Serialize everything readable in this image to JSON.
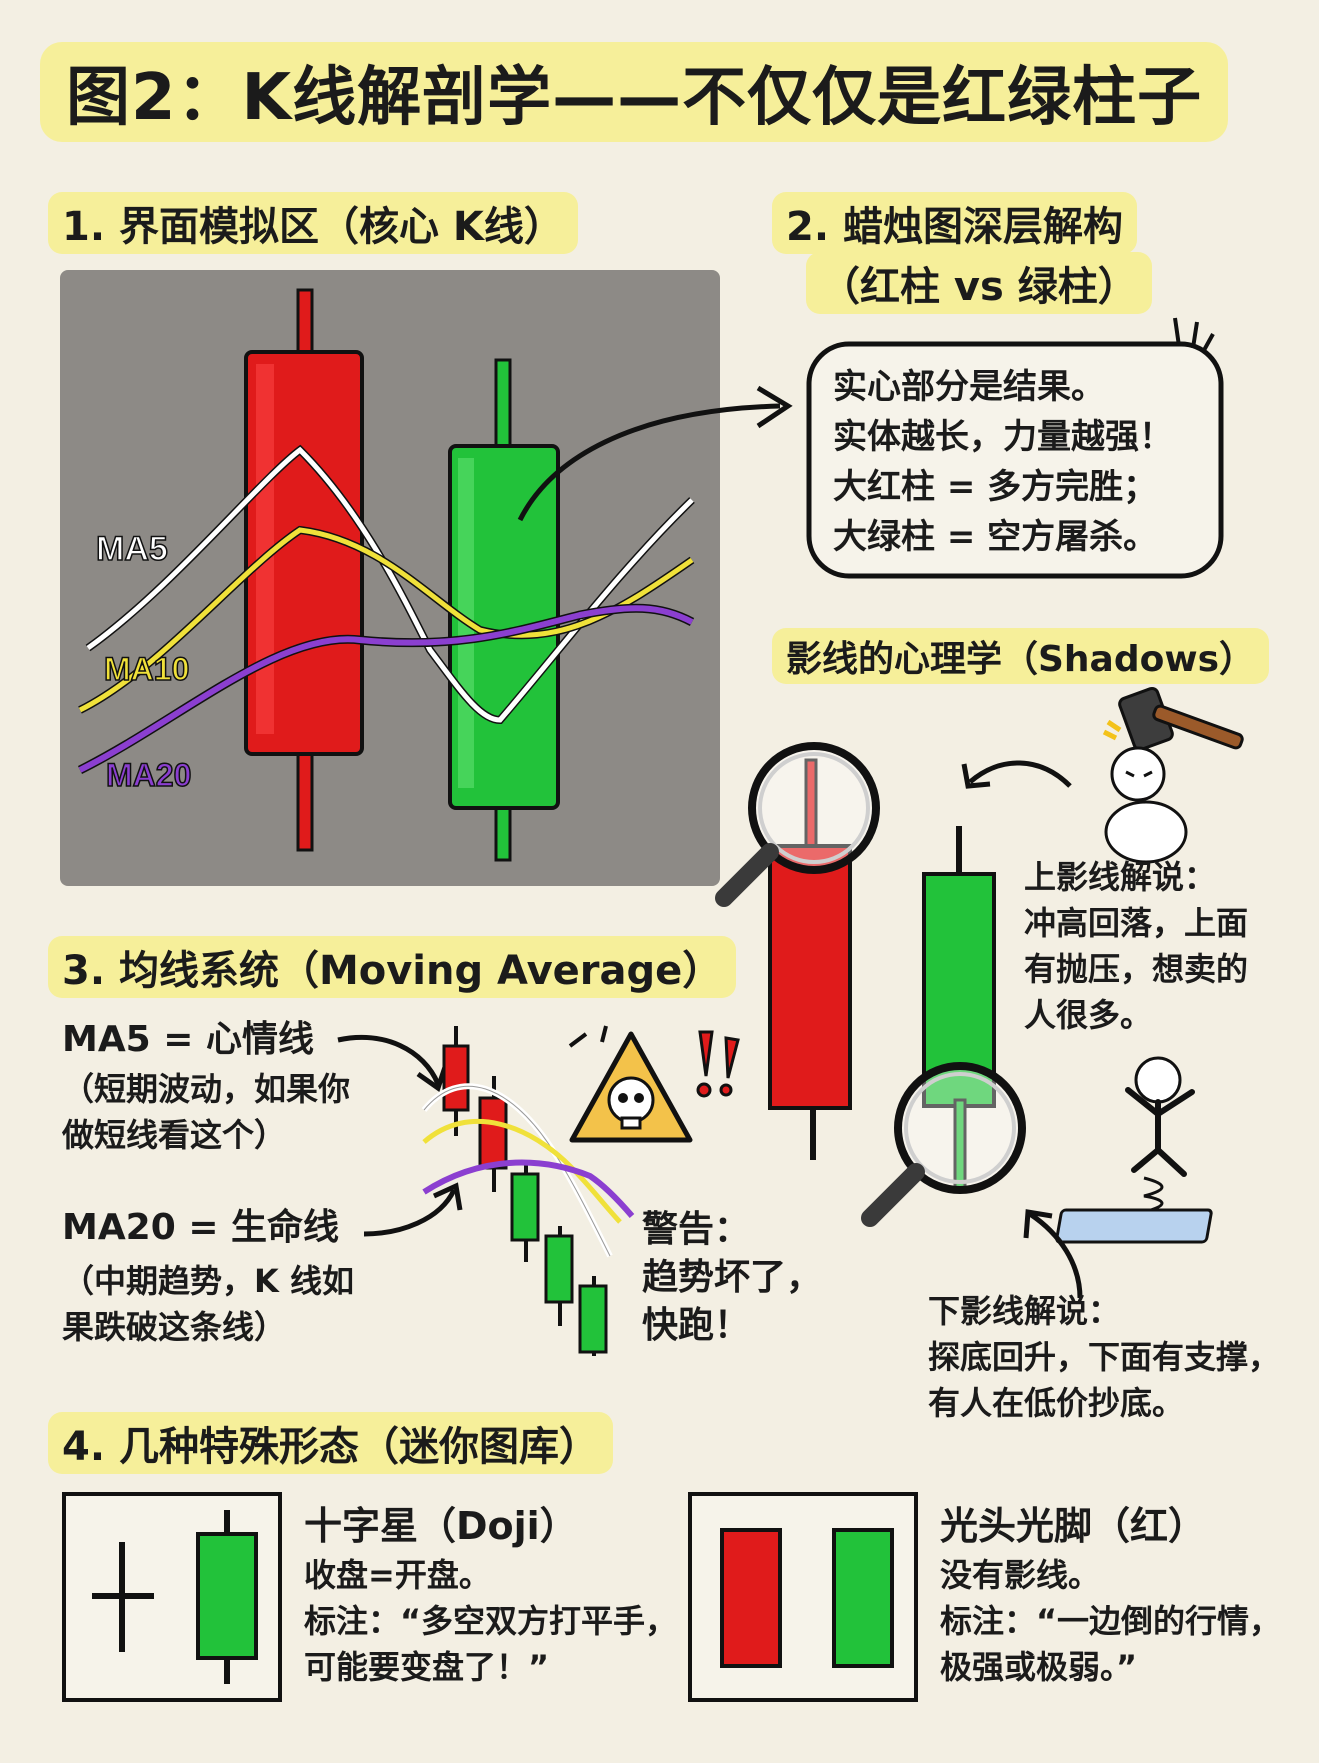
{
  "title": "图2：K线解剖学——不仅仅是红绿柱子",
  "section1": {
    "heading": "1. 界面模拟区（核心 K线）",
    "labels": {
      "ma5": "MA5",
      "ma10": "MA10",
      "ma20": "MA20"
    }
  },
  "section2": {
    "heading_line1": "2. 蜡烛图深层解构",
    "heading_line2": "（红柱 vs 绿柱）",
    "bubble": [
      "实心部分是结果。",
      "实体越长，力量越强！",
      "大红柱 = 多方完胜；",
      "大绿柱 = 空方屠杀。"
    ],
    "shadows_heading": "影线的心理学（Shadows）",
    "upper": {
      "title": "上影线解说：",
      "lines": [
        "冲高回落，上面",
        "有抛压，想卖的",
        "人很多。"
      ]
    },
    "lower": {
      "title": "下影线解说：",
      "lines": [
        "探底回升，下面有支撑，",
        "有人在低价抄底。"
      ]
    }
  },
  "section3": {
    "heading": "3. 均线系统（Moving Average）",
    "ma5": {
      "title": "MA5 = 心情线",
      "lines": [
        "（短期波动，如果你",
        "做短线看这个）"
      ]
    },
    "ma20": {
      "title": "MA20 = 生命线",
      "lines": [
        "（中期趋势，K 线如",
        "果跌破这条线）"
      ]
    },
    "warning": {
      "title": "警告：",
      "lines": [
        "趋势坏了，",
        "快跑！"
      ]
    }
  },
  "section4": {
    "heading": "4. 几种特殊形态（迷你图库）",
    "doji": {
      "title": "十字星（Doji）",
      "lines": [
        "收盘=开盘。",
        "标注：“多空双方打平手，",
        "可能要变盘了！”"
      ]
    },
    "bald": {
      "title": "光头光脚（红）",
      "lines": [
        "没有影线。",
        "标注：“一边倒的行情，",
        "极强或极弱。”"
      ]
    }
  },
  "colors": {
    "red": "#e01b1b",
    "green": "#22c23a",
    "purple": "#8b3fd0",
    "yellow": "#f0e13a",
    "panel": "#8d8a86",
    "highlight": "#f6ef9a",
    "bg": "#f3efe3"
  },
  "icons": [
    "arrow-icon",
    "magnifier-icon",
    "hammer-icon",
    "snowman-icon",
    "spring-figure-icon",
    "skull-warning-icon",
    "exclamation-icon"
  ]
}
